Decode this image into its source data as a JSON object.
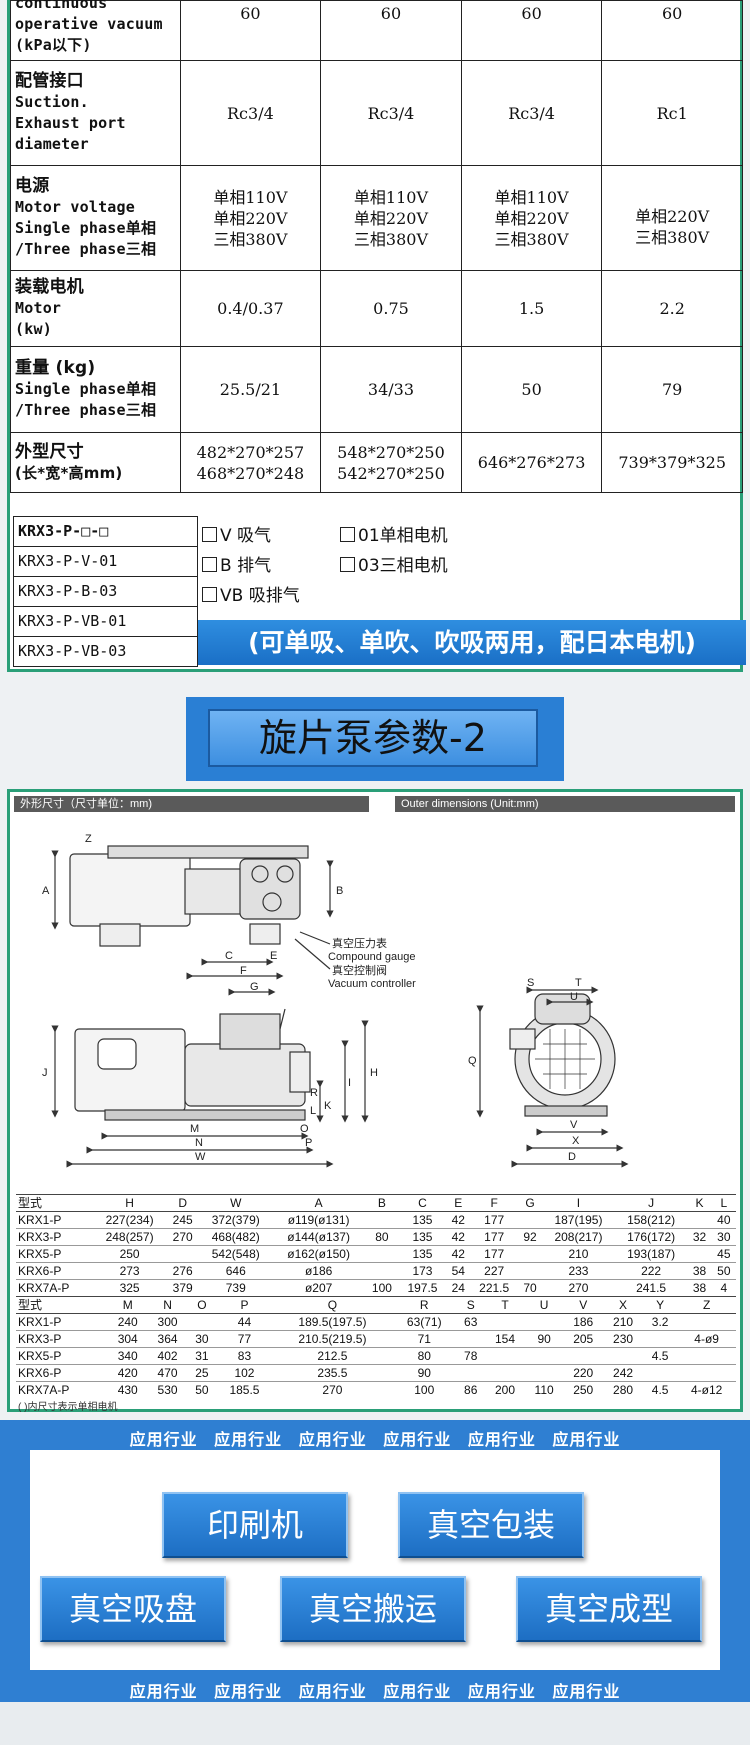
{
  "spec": {
    "rows": [
      {
        "label": [
          "continuous",
          "operative vacuum",
          "(kPa以下)"
        ],
        "values": [
          "60",
          "60",
          "60",
          "60"
        ]
      },
      {
        "label": [
          "配管接口",
          "Suction.",
          "Exhaust port",
          "diameter"
        ],
        "values": [
          "Rc3/4",
          "Rc3/4",
          "Rc3/4",
          "Rc1"
        ]
      },
      {
        "label": [
          "电源",
          "Motor voltage",
          "Single phase单相",
          "/Three phase三相"
        ],
        "values": [
          "单相110V\n单相220V\n三相380V",
          "单相110V\n单相220V\n三相380V",
          "单相110V\n单相220V\n三相380V",
          "单相220V\n三相380V"
        ]
      },
      {
        "label": [
          "装载电机",
          "Motor",
          "(kw)"
        ],
        "values": [
          "0.4/0.37",
          "0.75",
          "1.5",
          "2.2"
        ]
      },
      {
        "label": [
          "重量 (kg)",
          "Single phase单相",
          "/Three phase三相"
        ],
        "values": [
          "25.5/21",
          "34/33",
          "50",
          "79"
        ]
      },
      {
        "label": [
          "外型尺寸",
          "(长*宽*高mm)"
        ],
        "values": [
          "482*270*257\n468*270*248",
          "548*270*250\n542*270*250",
          "646*276*273",
          "739*379*325"
        ]
      }
    ],
    "models": [
      "KRX3-P-□-□",
      "KRX3-P-V-01",
      "KRX3-P-B-03",
      "KRX3-P-VB-01",
      "KRX3-P-VB-03"
    ],
    "options": {
      "v": "V 吸气",
      "b": "B 排气",
      "vb": "VB 吸排气",
      "m01": "01单相电机",
      "m03": "03三相电机"
    },
    "banner": "(可单吸、单吹、吹吸两用，配日本电机)"
  },
  "section_title": "旋片泵参数-2",
  "dims": {
    "header_cn": "外形尺寸（尺寸单位：mm)",
    "header_en": "Outer dimensions (Unit:mm)",
    "callouts": {
      "gauge_cn": "真空压力表",
      "gauge_en": "Compound gauge",
      "ctrl_cn": "真空控制阀",
      "ctrl_en": "Vacuum controller"
    },
    "letters": [
      "Z",
      "A",
      "B",
      "C",
      "E",
      "F",
      "G",
      "J",
      "H",
      "I",
      "K",
      "L",
      "R",
      "M",
      "N",
      "O",
      "P",
      "W",
      "S",
      "T",
      "U",
      "Q",
      "V",
      "X",
      "D"
    ],
    "table1_head": [
      "型式",
      "H",
      "D",
      "W",
      "A",
      "B",
      "C",
      "E",
      "F",
      "G",
      "I",
      "J",
      "K",
      "L"
    ],
    "table1": [
      [
        "KRX1-P",
        "227(234)",
        "245",
        "372(379)",
        "ø119(ø131)",
        "",
        "135",
        "42",
        "177",
        "",
        "187(195)",
        "158(212)",
        "",
        "40"
      ],
      [
        "KRX3-P",
        "248(257)",
        "270",
        "468(482)",
        "ø144(ø137)",
        "80",
        "135",
        "42",
        "177",
        "92",
        "208(217)",
        "176(172)",
        "32",
        "30"
      ],
      [
        "KRX5-P",
        "250",
        "",
        "542(548)",
        "ø162(ø150)",
        "",
        "135",
        "42",
        "177",
        "",
        "210",
        "193(187)",
        "",
        "45"
      ],
      [
        "KRX6-P",
        "273",
        "276",
        "646",
        "ø186",
        "",
        "173",
        "54",
        "227",
        "",
        "233",
        "222",
        "38",
        "50"
      ],
      [
        "KRX7A-P",
        "325",
        "379",
        "739",
        "ø207",
        "100",
        "197.5",
        "24",
        "221.5",
        "70",
        "270",
        "241.5",
        "38",
        "4"
      ]
    ],
    "table2_head": [
      "型式",
      "M",
      "N",
      "O",
      "P",
      "Q",
      "R",
      "S",
      "T",
      "U",
      "V",
      "X",
      "Y",
      "Z"
    ],
    "table2": [
      [
        "KRX1-P",
        "240",
        "300",
        "",
        "44",
        "189.5(197.5)",
        "63(71)",
        "63",
        "",
        "",
        "186",
        "210",
        "3.2",
        ""
      ],
      [
        "KRX3-P",
        "304",
        "364",
        "30",
        "77",
        "210.5(219.5)",
        "71",
        "",
        "154",
        "90",
        "205",
        "230",
        "",
        "4-ø9"
      ],
      [
        "KRX5-P",
        "340",
        "402",
        "31",
        "83",
        "212.5",
        "80",
        "78",
        "",
        "",
        "",
        "",
        "4.5",
        ""
      ],
      [
        "KRX6-P",
        "420",
        "470",
        "25",
        "102",
        "235.5",
        "90",
        "",
        "",
        "",
        "220",
        "242",
        "",
        ""
      ],
      [
        "KRX7A-P",
        "430",
        "530",
        "50",
        "185.5",
        "270",
        "100",
        "86",
        "200",
        "110",
        "250",
        "280",
        "4.5",
        "4-ø12"
      ]
    ],
    "note": "( )内尺寸表示单相电机"
  },
  "industry": {
    "strip": "应用行业 应用行业 应用行业 应用行业 应用行业 应用行业",
    "items": [
      "印刷机",
      "真空包装",
      "真空吸盘",
      "真空搬运",
      "真空成型"
    ]
  },
  "colors": {
    "blue": "#2f7fd2",
    "green_border": "#2a9f78",
    "banner": "#1a6fc6"
  }
}
